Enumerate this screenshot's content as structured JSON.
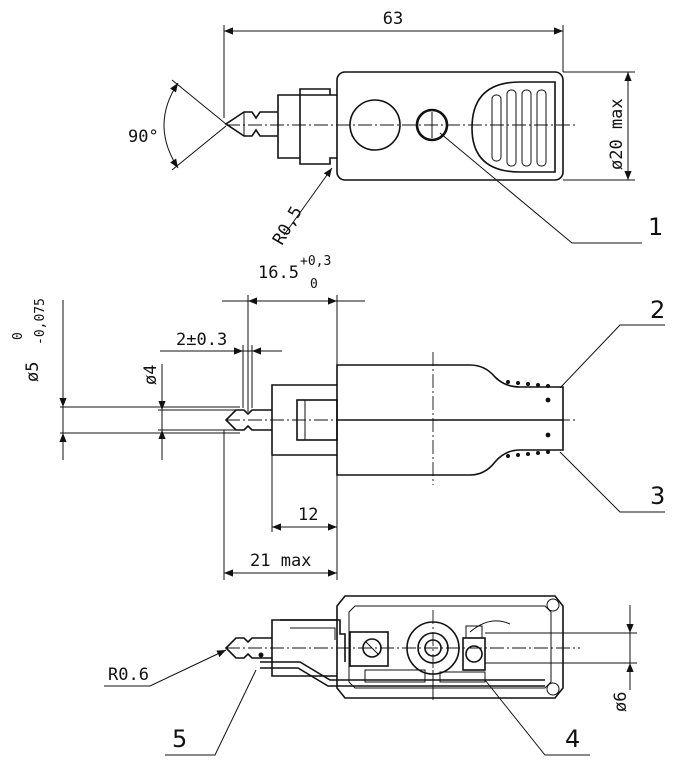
{
  "dimensions": {
    "length_total": "63",
    "angle": "90°",
    "diameter_max": "ø20 max",
    "radius_tip_top": "R0,5",
    "length_body": "16.5",
    "tol_body_upper": "+0,3",
    "tol_body_lower": "0",
    "tip_dia": "ø5",
    "tip_tol_upper": "0",
    "tip_tol_lower": "-0,075",
    "groove": "2±0.3",
    "pin_dia": "ø4",
    "len_12": "12",
    "len_21": "21 max",
    "radius_tip_bottom": "R0.6",
    "dia_6": "ø6"
  },
  "labels": {
    "p1": "1",
    "p2": "2",
    "p3": "3",
    "p4": "4",
    "p5": "5"
  }
}
